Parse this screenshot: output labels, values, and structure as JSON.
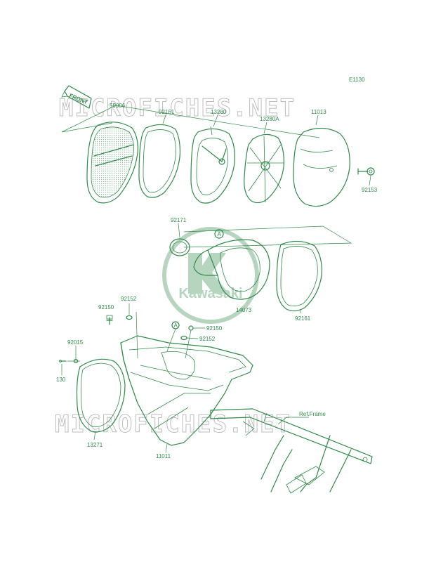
{
  "diagram": {
    "code": "E1130",
    "front_label": "FRONT",
    "ref_frame_label": "Ref.Frame",
    "ref_marker": "A",
    "watermark_text": "MICROFICHES.NET",
    "logo_text": "Kawasaki",
    "accent_color": "#2f8a48",
    "watermark_color": "#bdbdbd",
    "parts": [
      "59006",
      "92161",
      "13280",
      "13280A",
      "11013",
      "92153",
      "92171",
      "14073",
      "92161",
      "92150",
      "92152",
      "92150",
      "92152",
      "92015",
      "130",
      "13271",
      "11011"
    ]
  }
}
